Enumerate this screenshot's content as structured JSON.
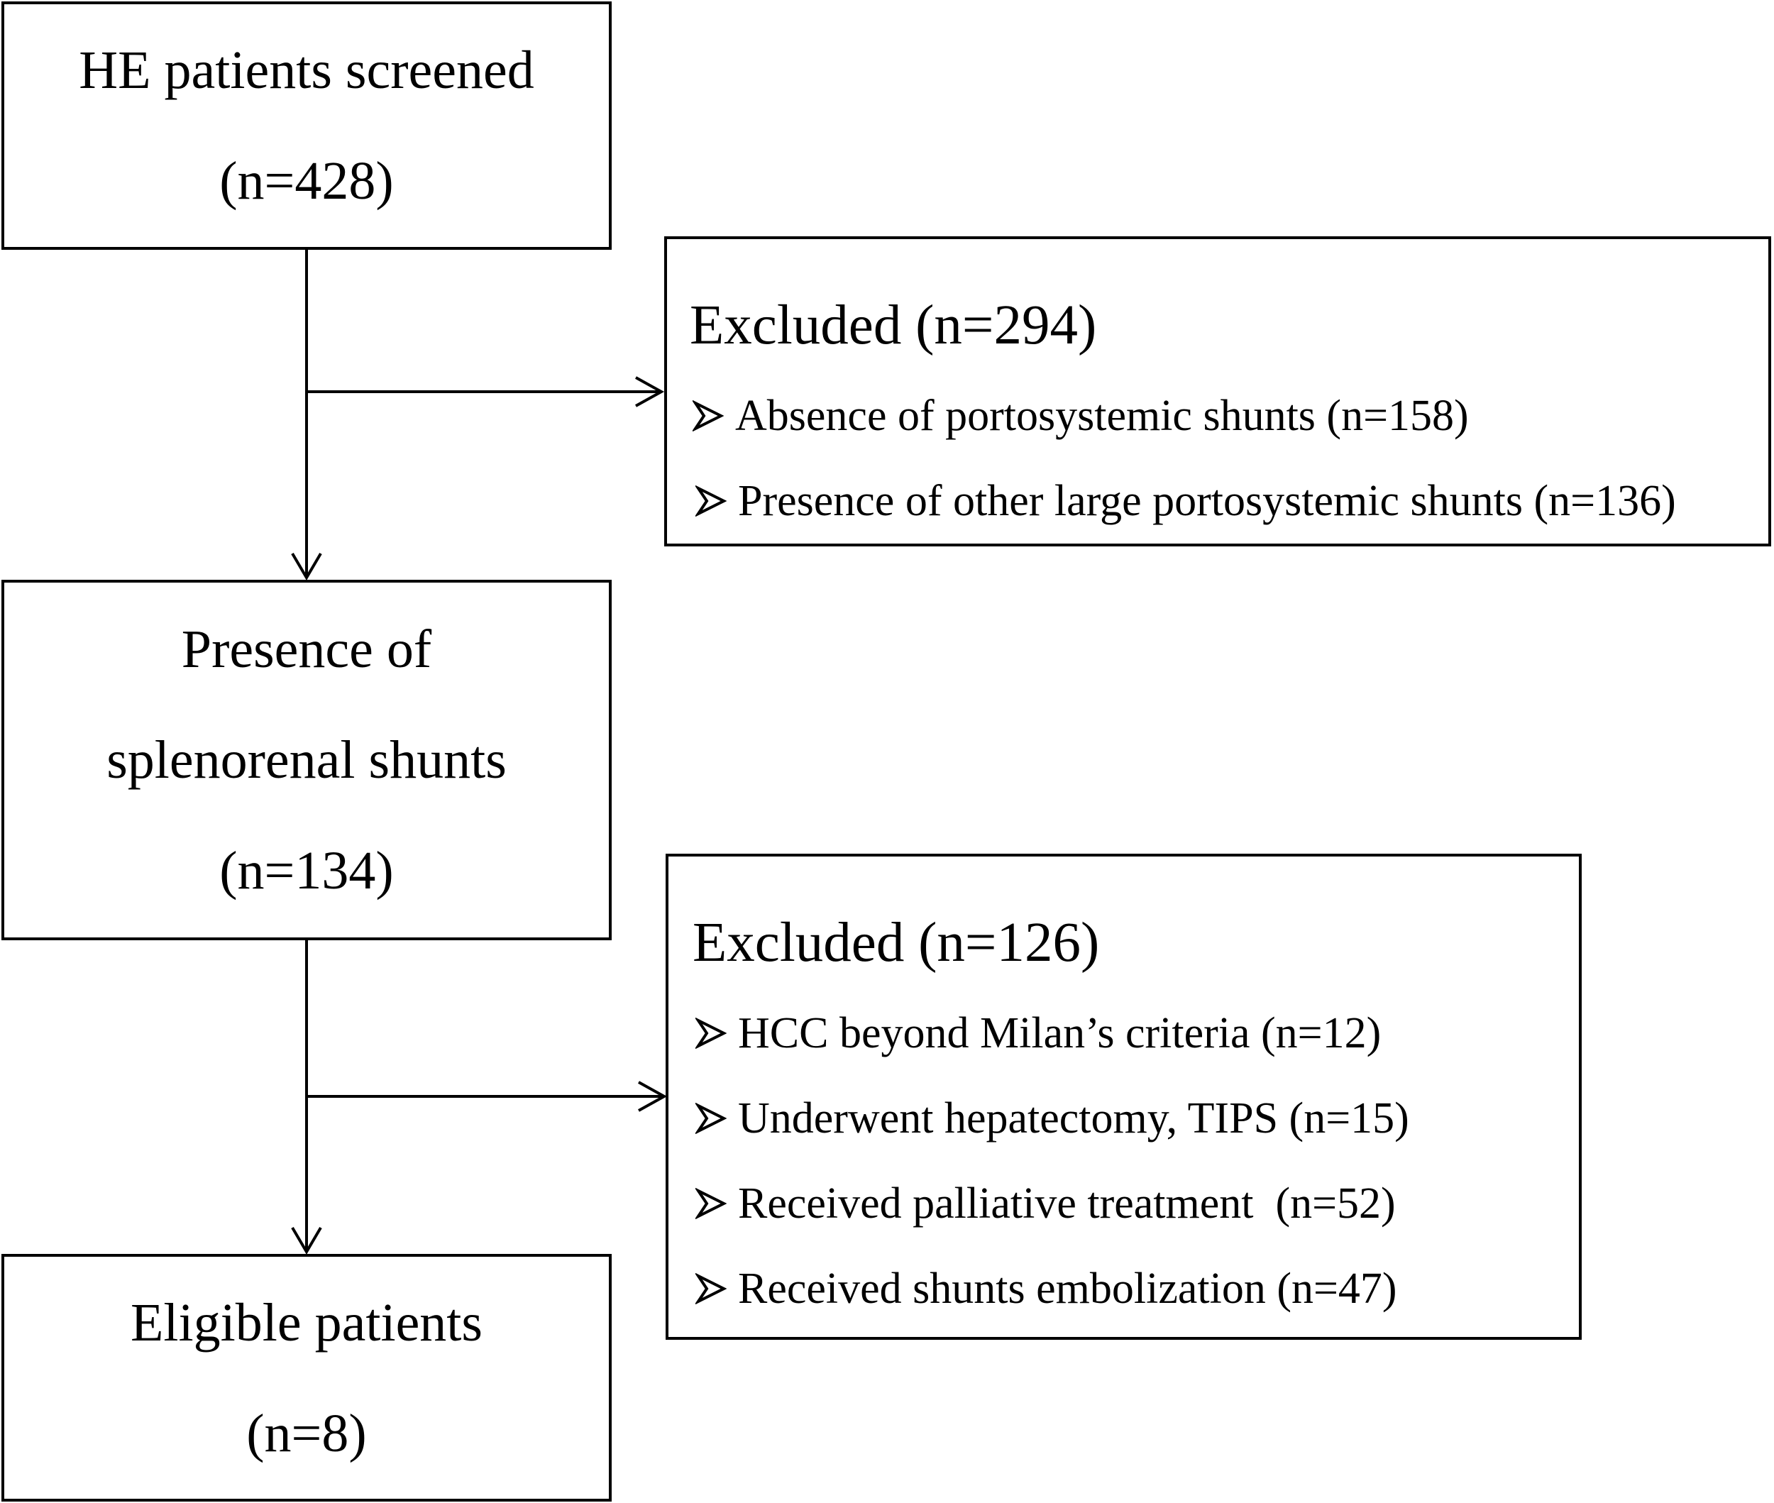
{
  "flow": {
    "screened": {
      "line1": "HE patients screened",
      "line2": "(n=428)"
    },
    "splenorenal": {
      "line1": "Presence of",
      "line2": "splenorenal shunts",
      "line3": "(n=134)"
    },
    "eligible": {
      "line1": "Eligible patients",
      "line2": "(n=8)"
    },
    "excluded1": {
      "title": "Excluded (n=294)",
      "items": [
        "Absence of portosystemic shunts (n=158)",
        "Presence of other large portosystemic shunts (n=136)"
      ]
    },
    "excluded2": {
      "title": "Excluded (n=126)",
      "items": [
        "HCC beyond Milan’s criteria (n=12)",
        "Underwent hepatectomy, TIPS (n=15)",
        "Received palliative treatment  (n=52)",
        "Received shunts embolization (n=47)"
      ]
    }
  },
  "icons": {
    "bullet": "arrowhead-bullet-icon"
  },
  "colors": {
    "stroke": "#000000",
    "background": "#ffffff"
  }
}
